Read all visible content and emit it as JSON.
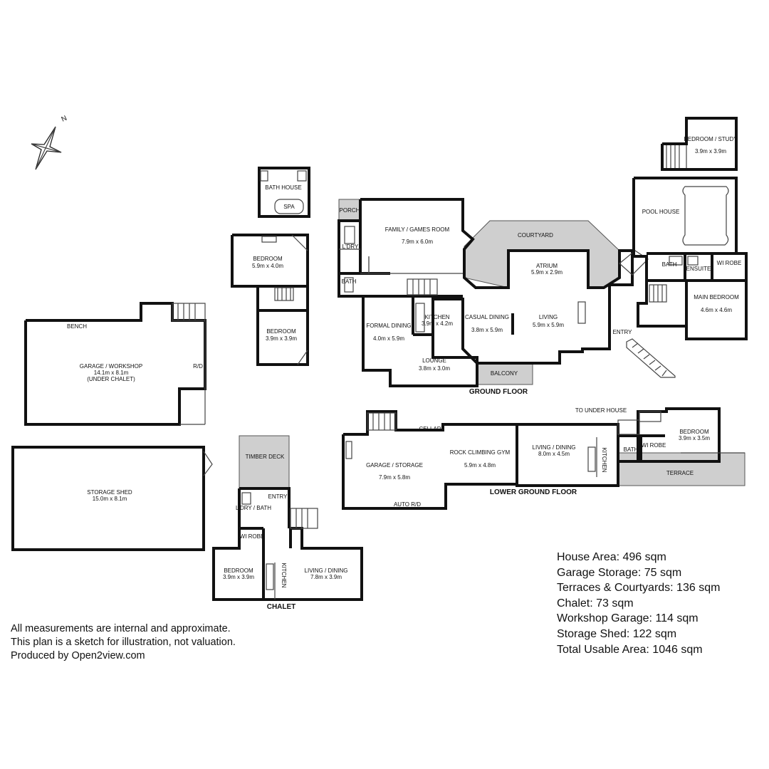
{
  "compass": {
    "north_label": "N"
  },
  "rooms": [
    {
      "id": "bath-house",
      "name": "BATH HOUSE"
    },
    {
      "id": "spa",
      "name": "SPA"
    },
    {
      "id": "chalet-bedroom-upper",
      "name": "BEDROOM",
      "dims": "5.9m x 4.0m"
    },
    {
      "id": "chalet-bedroom-mid",
      "name": "BEDROOM",
      "dims": "3.9m x 3.9m"
    },
    {
      "id": "bench",
      "name": "BENCH"
    },
    {
      "id": "garage-workshop",
      "name": "GARAGE / WORKSHOP",
      "dims": "14.1m x 8.1m",
      "note": "(UNDER CHALET)"
    },
    {
      "id": "rd",
      "name": "R/D"
    },
    {
      "id": "storage-shed",
      "name": "STORAGE SHED",
      "dims": "15.0m x 8.1m"
    },
    {
      "id": "timber-deck",
      "name": "TIMBER DECK"
    },
    {
      "id": "chalet-entry",
      "name": "ENTRY"
    },
    {
      "id": "chalet-ldry-bath",
      "name": "L'DRY / BATH"
    },
    {
      "id": "chalet-wi-robe",
      "name": "WI ROBE"
    },
    {
      "id": "chalet-bedroom",
      "name": "BEDROOM",
      "dims": "3.9m x 3.9m"
    },
    {
      "id": "chalet-kitchen",
      "name": "KITCHEN"
    },
    {
      "id": "chalet-living",
      "name": "LIVING / DINING",
      "dims": "7.8m x 3.9m"
    },
    {
      "id": "porch",
      "name": "PORCH"
    },
    {
      "id": "family",
      "name": "FAMILY / GAMES ROOM",
      "dims": "7.9m x 6.0m"
    },
    {
      "id": "ldry",
      "name": "L'DRY"
    },
    {
      "id": "gf-bath",
      "name": "BATH"
    },
    {
      "id": "courtyard",
      "name": "COURTYARD"
    },
    {
      "id": "atrium",
      "name": "ATRIUM",
      "dims": "5.9m x 2.9m"
    },
    {
      "id": "formal-dining",
      "name": "FORMAL DINING",
      "dims": "4.0m x 5.9m"
    },
    {
      "id": "kitchen",
      "name": "KITCHEN",
      "dims": "3.9m x 4.2m"
    },
    {
      "id": "casual-dining",
      "name": "CASUAL DINING",
      "dims": "3.8m x 5.9m"
    },
    {
      "id": "living",
      "name": "LIVING",
      "dims": "5.9m x 5.9m"
    },
    {
      "id": "lounge",
      "name": "LOUNGE",
      "dims": "3.8m x 3.0m"
    },
    {
      "id": "balcony",
      "name": "BALCONY"
    },
    {
      "id": "entry",
      "name": "ENTRY"
    },
    {
      "id": "bedroom-study",
      "name": "BEDROOM / STUDY",
      "dims": "3.9m x 3.9m"
    },
    {
      "id": "pool-house",
      "name": "POOL HOUSE"
    },
    {
      "id": "main-bath",
      "name": "BATH"
    },
    {
      "id": "ensuite",
      "name": "ENSUITE"
    },
    {
      "id": "main-wi-robe",
      "name": "WI ROBE"
    },
    {
      "id": "main-bedroom",
      "name": "MAIN BEDROOM",
      "dims": "4.6m x 4.6m"
    },
    {
      "id": "cellar",
      "name": "CELLAR"
    },
    {
      "id": "garage-storage",
      "name": "GARAGE / STORAGE",
      "dims": "7.9m x 5.8m"
    },
    {
      "id": "auto-rd",
      "name": "AUTO R/D"
    },
    {
      "id": "rock-climbing",
      "name": "ROCK CLIMBING GYM",
      "dims": "5.9m x 4.8m"
    },
    {
      "id": "lg-living",
      "name": "LIVING / DINING",
      "dims": "8.0m x 4.5m"
    },
    {
      "id": "lg-kitchen",
      "name": "KITCHEN"
    },
    {
      "id": "to-under-house",
      "name": "TO UNDER HOUSE"
    },
    {
      "id": "lg-bath",
      "name": "BATH"
    },
    {
      "id": "lg-wi-robe",
      "name": "WI ROBE"
    },
    {
      "id": "lg-bedroom",
      "name": "BEDROOM",
      "dims": "3.9m x 3.5m"
    },
    {
      "id": "terrace",
      "name": "TERRACE"
    }
  ],
  "floor_labels": {
    "ground": "GROUND FLOOR",
    "lower_ground": "LOWER GROUND FLOOR",
    "chalet": "CHALET"
  },
  "notes": [
    "All measurements are internal and approximate.",
    "This plan is a sketch for illustration, not valuation.",
    "Produced by Open2view.com"
  ],
  "areas": [
    "House Area: 496 sqm",
    "Garage Storage: 75 sqm",
    "Terraces & Courtyards: 136 sqm",
    "Chalet: 73 sqm",
    "Workshop Garage: 114 sqm",
    "Storage Shed: 122 sqm",
    "Total Usable Area: 1046 sqm"
  ]
}
